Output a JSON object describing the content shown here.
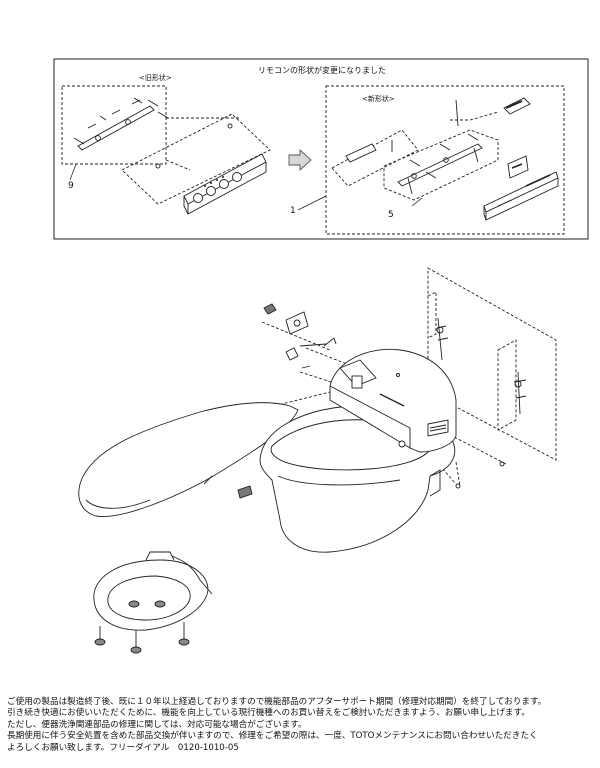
{
  "upper_box": {
    "caption": "リモコンの形状が変更になりました",
    "old_label": "<旧形状>",
    "new_label": "<新形状>",
    "callout_9": "9",
    "callout_1": "1",
    "callout_5": "5"
  },
  "notice": {
    "lines": [
      "ご使用の製品は製造終了後、既に１０年以上経過しておりますので機能部品のアフターサポート期間（修理対応期間）を終了しております。",
      "引き続き快適にお使いいただくために、機能を向上している現行機種へのお買い替えをご検討いただきますよう、お願い申し上げます。",
      "ただし、便器洗浄関連部品の修理に関しては、対応可能な場合がございます。",
      "長期使用に伴う安全処置を含めた部品交換が伴いますので、修理をご希望の際は、一度、TOTOメンテナンスにお問い合わせいただきたく",
      "よろしくお願い致します。フリーダイアル　0120-1010-05"
    ]
  }
}
